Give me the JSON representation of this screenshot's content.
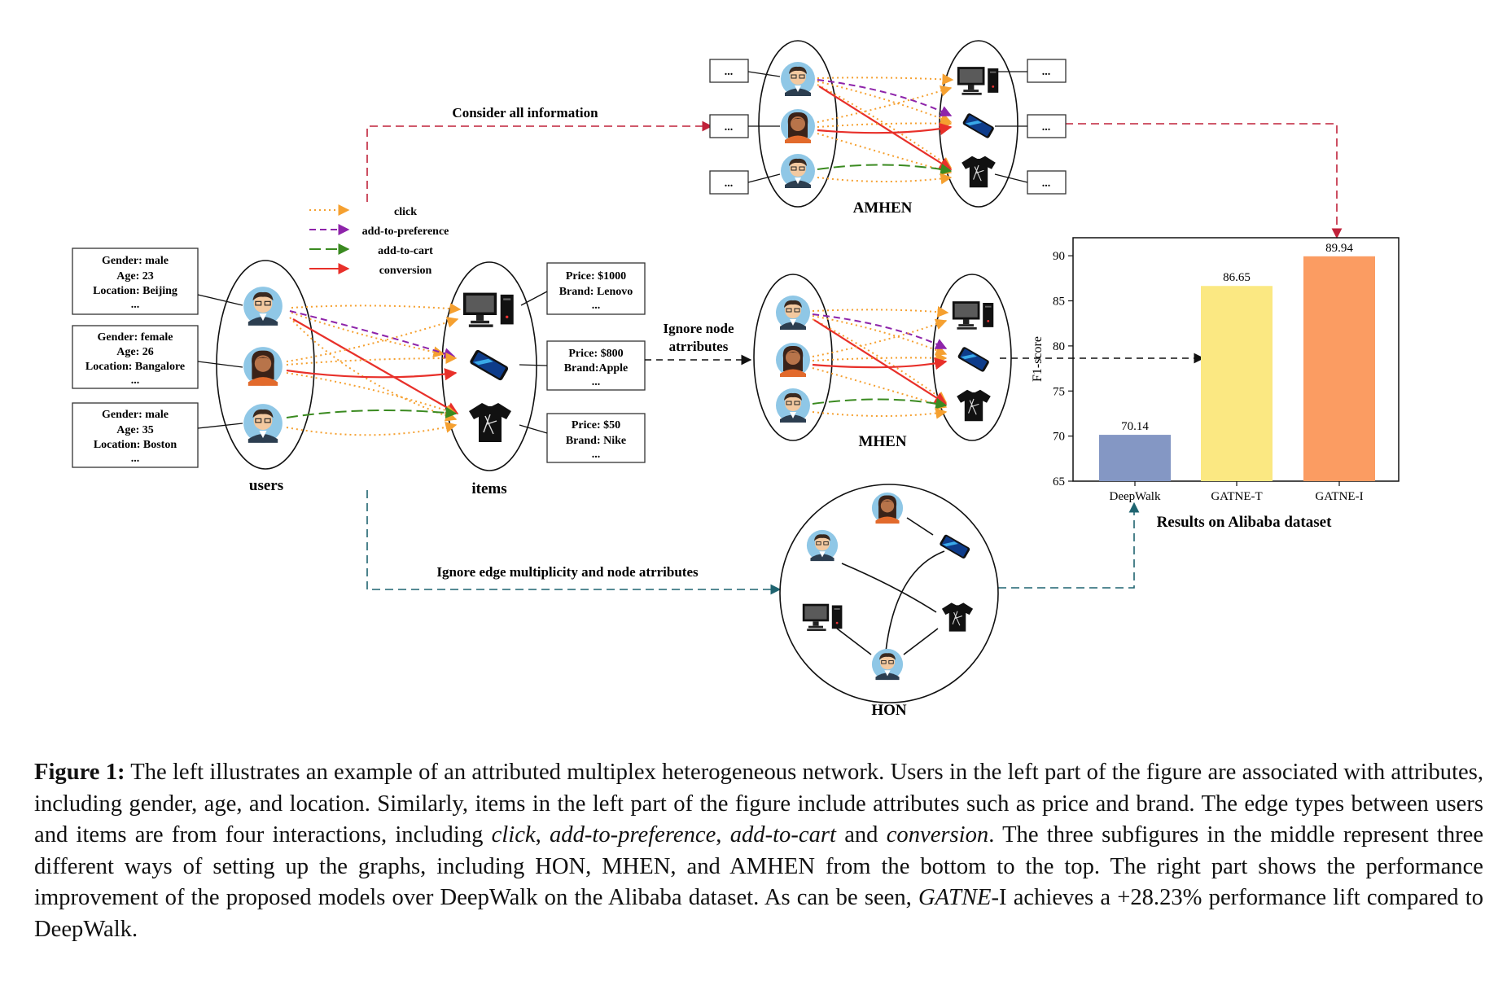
{
  "legend": [
    {
      "label": "click",
      "color": "#f5a030",
      "style": "dotted"
    },
    {
      "label": "add-to-preference",
      "color": "#8e24aa",
      "style": "dashed"
    },
    {
      "label": "add-to-cart",
      "color": "#3a8a20",
      "style": "longdash"
    },
    {
      "label": "conversion",
      "color": "#e8302a",
      "style": "solid"
    }
  ],
  "users": [
    {
      "lines": [
        "Gender: male",
        "Age: 23",
        "Location: Beijing",
        "..."
      ]
    },
    {
      "lines": [
        "Gender: female",
        "Age: 26",
        "Location: Bangalore",
        "..."
      ]
    },
    {
      "lines": [
        "Gender: male",
        "Age: 35",
        "Location: Boston",
        "..."
      ]
    }
  ],
  "items": [
    {
      "lines": [
        "Price: $1000",
        "Brand: Lenovo",
        "..."
      ]
    },
    {
      "lines": [
        "Price: $800",
        "Brand:Apple",
        "..."
      ]
    },
    {
      "lines": [
        "Price: $50",
        "Brand: Nike",
        "..."
      ]
    }
  ],
  "labels": {
    "users": "users",
    "items": "items",
    "consider_all": "Consider all information",
    "ignore_node": [
      "Ignore node",
      "atrributes"
    ],
    "ignore_edge": "Ignore edge multiplicity and node atrributes",
    "amhen": "AMHEN",
    "mhen": "MHEN",
    "hon": "HON",
    "ellipsis_box": "..."
  },
  "chart_data": {
    "type": "bar",
    "categories": [
      "DeepWalk",
      "GATNE-T",
      "GATNE-I"
    ],
    "values": [
      70.14,
      86.65,
      89.94
    ],
    "value_labels": [
      "70.14",
      "86.65",
      "89.94"
    ],
    "colors": [
      "#8497c4",
      "#fbe882",
      "#fb9c62"
    ],
    "ylabel": "F1-score",
    "ylim": [
      65,
      92
    ],
    "yticks": [
      "65",
      "70",
      "75",
      "80",
      "85",
      "90"
    ],
    "title": "Results on Alibaba dataset"
  },
  "caption": {
    "label": "Figure 1:",
    "segments": [
      {
        "t": " The left illustrates an example of an attributed multiplex heterogeneous network. Users in the left part of the figure are associated with attributes, including gender, age, and location. Similarly, items in the left part of the figure include attributes such as price and brand. The edge types between users and items are from four interactions, including "
      },
      {
        "t": "click",
        "i": true
      },
      {
        "t": ", "
      },
      {
        "t": "add-to-preference",
        "i": true
      },
      {
        "t": ", "
      },
      {
        "t": "add-to-cart",
        "i": true
      },
      {
        "t": " and "
      },
      {
        "t": "conversion",
        "i": true
      },
      {
        "t": ". The three subfigures in the middle represent three different ways of setting up the graphs, including HON, MHEN, and AMHEN from the bottom to the top. The right part shows the performance improvement of the proposed models over DeepWalk on the Alibaba dataset. As can be seen, "
      },
      {
        "t": "GATNE",
        "i": true
      },
      {
        "t": "-I achieves a +28.23% performance lift compared to DeepWalk."
      }
    ]
  }
}
